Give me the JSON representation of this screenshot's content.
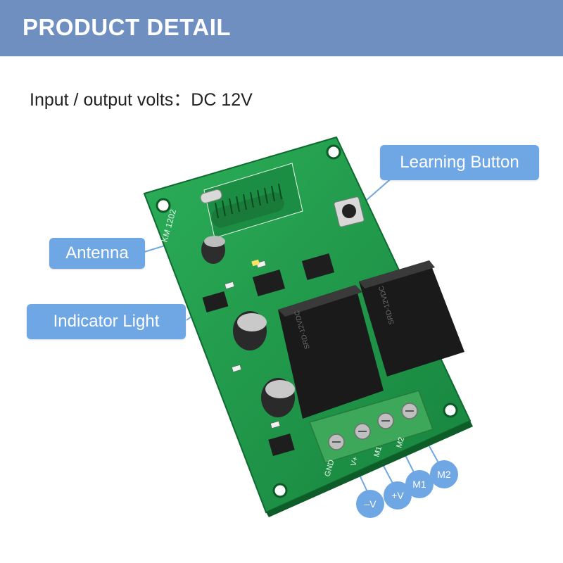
{
  "header": {
    "title": "PRODUCT DETAIL"
  },
  "subtitle": "Input / output volts：DC 12V",
  "callouts": {
    "learning_button": "Learning Button",
    "antenna": "Antenna",
    "indicator_light": "Indicator Light"
  },
  "terminals": {
    "minus_v": "–V",
    "plus_v": "+V",
    "m1": "M1",
    "m2": "M2"
  },
  "board_print": {
    "model": "KM 1202",
    "relay_text": "SRD-12VDC",
    "terminal_labels": [
      "GND",
      "V+",
      "M1",
      "M2"
    ]
  },
  "colors": {
    "header_bg": "#6e8fc0",
    "callout_bg": "#6fa6e4",
    "pcb_green": "#1f9a4a",
    "relay_black": "#1a1a1a",
    "terminal_green": "#3ea85a"
  }
}
